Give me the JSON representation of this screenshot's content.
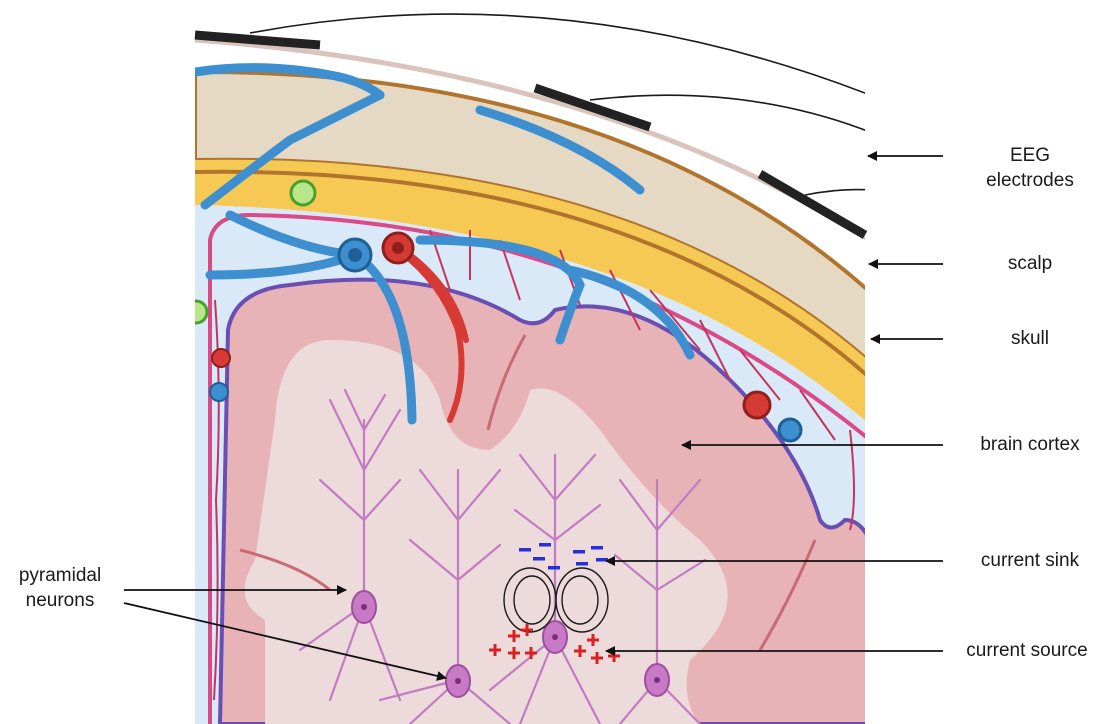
{
  "labels": {
    "eeg_line1": "EEG",
    "eeg_line2": "electrodes",
    "scalp": "scalp",
    "skull": "skull",
    "brain_cortex": "brain cortex",
    "current_sink": "current sink",
    "current_source": "current source",
    "pyramidal_line1": "pyramidal",
    "pyramidal_line2": "neurons"
  },
  "colors": {
    "cortex_outer": "#e8b3b6",
    "white_matter": "#eddada",
    "pia_outline": "#6a4fb3",
    "csf": "#d9e9f8",
    "dura": "#f6c955",
    "skull_edge": "#b0742c",
    "skull_fill": "#e6d9c4",
    "skull_pores": "#c4a88b",
    "scalp_line": "#d9c3bc",
    "vein": "#3d8fd0",
    "artery": "#d63a35",
    "neuron": "#c27bc4",
    "electrode": "#222222",
    "sink_sign": "#2630d8",
    "source_sign": "#d82222"
  }
}
